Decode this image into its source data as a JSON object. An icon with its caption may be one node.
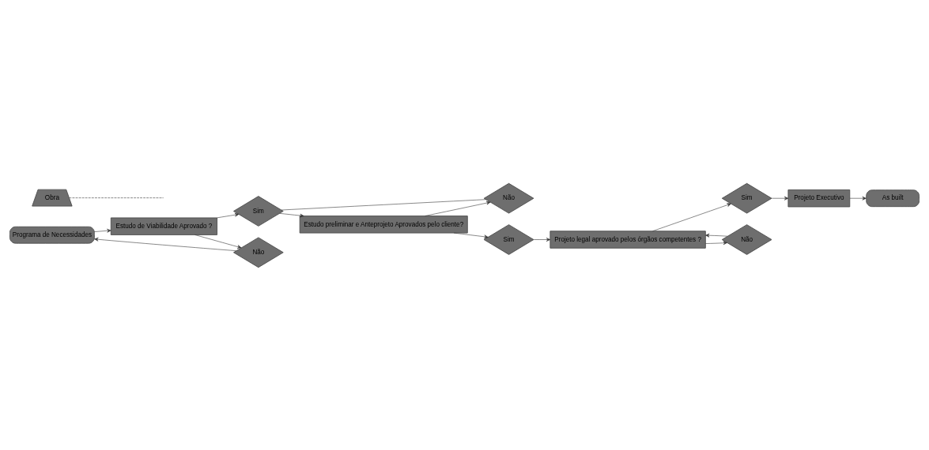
{
  "diagram": {
    "nodes": [
      {
        "text": [
          "Programa de Necessidades"
        ]
      },
      {
        "text": [
          "Estudo de Viabilidade Aprovado ?"
        ]
      },
      {
        "text": [
          "Sim"
        ]
      },
      {
        "text": [
          "Não"
        ]
      },
      {
        "text": [
          "Estudo preliminar e Anteprojeto Aprovados pelo cliente?"
        ]
      },
      {
        "text": [
          "Não"
        ]
      },
      {
        "text": [
          "Sim"
        ]
      },
      {
        "text": [
          "Projeto Executivo"
        ]
      },
      {
        "text": [
          "Sim"
        ]
      },
      {
        "text": [
          "Obra"
        ]
      },
      {
        "text": [
          "Projeto legal aprovado pelos órgãos competentes ?"
        ]
      },
      {
        "text": [
          "Não"
        ]
      },
      {
        "text": [
          "As built"
        ]
      }
    ],
    "edges": [
      {
        "from": 0,
        "to": 1,
        "arrow": "to"
      },
      {
        "from": 1,
        "to": 2,
        "arrow": "to"
      },
      {
        "from": 1,
        "to": 3,
        "arrow": "to"
      },
      {
        "from": 3,
        "to": 0,
        "arrow": "to"
      },
      {
        "from": 2,
        "to": 4,
        "arrow": "to"
      },
      {
        "from": 2,
        "to": 5,
        "arrow": "none"
      },
      {
        "from": 4,
        "to": 5,
        "arrow": "to"
      },
      {
        "from": 4,
        "to": 6,
        "arrow": "to"
      },
      {
        "from": 6,
        "to": 10,
        "arrow": "to"
      },
      {
        "from": 10,
        "to": 8,
        "arrow": "to"
      },
      {
        "from": 10,
        "to": 11,
        "arrow": "to"
      },
      {
        "from": 8,
        "to": 7,
        "arrow": "to"
      },
      {
        "from": 11,
        "to": 10,
        "arrow": "to"
      },
      {
        "from": 7,
        "to": 12,
        "arrow": "to"
      },
      {
        "from": 9,
        "to": null,
        "arrow": "none",
        "style": "dashed"
      }
    ]
  }
}
